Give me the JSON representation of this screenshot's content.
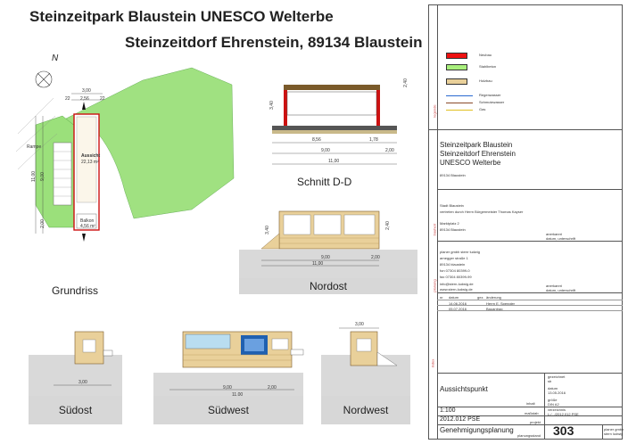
{
  "header": {
    "title": "Steinzeitpark Blaustein UNESCO Welterbe",
    "subtitle": "Steinzeitdorf Ehrenstein, 89134 Blaustein"
  },
  "north_label": "N",
  "views": {
    "grundriss": "Grundriss",
    "schnitt": "Schnitt D-D",
    "nordost": "Nordost",
    "suedost": "Südost",
    "suedwest": "Südwest",
    "nordwest": "Nordwest"
  },
  "colors": {
    "neubau": "#ee1111",
    "stahlbeton": "#a8ef7c",
    "holzbau": "#e9d09a",
    "terrain": "#9be07b",
    "ground": "#d9d9d9",
    "wall": "#c9b98a"
  },
  "legend": [
    {
      "label": "Neubau",
      "swatch": "neubau"
    },
    {
      "label": "Stahlbeton",
      "swatch": "stahlbeton"
    },
    {
      "label": "Holzbau",
      "swatch": "holzbau"
    }
  ],
  "legend_lines": [
    "Regenwasser",
    "Schmutzwasser",
    "Gas"
  ],
  "legend_side": "legende",
  "plan": {
    "room_label": "Aussicht",
    "room_area": "22,13 m²",
    "balkon_label": "Balkon",
    "balkon_area": "4,56 m²",
    "rampe": "Rampe",
    "dims": [
      "3,00",
      "22",
      "2,56",
      "22",
      "11,00",
      "9,00",
      "2,00"
    ]
  },
  "section_dims": [
    "8,56",
    "1,78",
    "9,00",
    "2,00",
    "11,00",
    "2,40",
    "3,40"
  ],
  "nordost_dims": [
    "9,00",
    "2,00",
    "11,00",
    "3,40",
    "2,40"
  ],
  "bottom_dims": {
    "suedost": "3,00",
    "suedwest": [
      "9,00",
      "2,00",
      "11,00"
    ],
    "nordwest": "3,00"
  },
  "titleblock": {
    "project": [
      "Steinzeitpark Blaustein",
      "Steinzeitdorf Ehrenstein",
      "UNESCO Welterbe"
    ],
    "project_place": "89134 Blaustein",
    "client": [
      "Stadt Blaustein",
      "vertreten durch Herrn Bürgermeister Thomas Kayser"
    ],
    "client_addr": [
      "Marktplatz 2",
      "89134 Blaustein"
    ],
    "client_sig": [
      "anerkannt",
      "datum, unterschrift"
    ],
    "planner": [
      "planer gmbh stern·ludwig",
      "arnegger straße 1",
      "89134 blaustein",
      "fon 07304 80399-0",
      "fax 07304 80399-99"
    ],
    "planner_web": [
      "info@stern-ludwig.de",
      "www.stern-ludwig.de"
    ],
    "planner_sig": [
      "anerkannt",
      "datum, unterschrift"
    ],
    "side_labels": [
      "bauherr",
      "planung",
      "index"
    ],
    "index_head": [
      "nr",
      "datum",
      "gez.",
      "änderung"
    ],
    "index_rows": [
      [
        "",
        "14.06.2016",
        "",
        "Herrn E. Spengler"
      ],
      [
        "",
        "05.07.2016",
        "",
        "Bauantrag"
      ]
    ],
    "drawing_title": "Aussichtspunkt",
    "meta_left": [
      "gezeichnet",
      "sb",
      "datum",
      "13.05.2016",
      "größe",
      "DIN A2"
    ],
    "inhalt": "inhalt",
    "scale": "1:100",
    "massstab": "maßstab",
    "verzeichnis": [
      "verzeichnis",
      "L:/.../2012.012 PSE"
    ],
    "projekt_no": "2012.012 PSE",
    "projekt_label": "projekt",
    "stage": "Genehmigungsplanung",
    "stage_label": "planungsstand",
    "plan_no": "303",
    "logo": [
      "planer gmbh",
      "stern ludwig"
    ]
  }
}
